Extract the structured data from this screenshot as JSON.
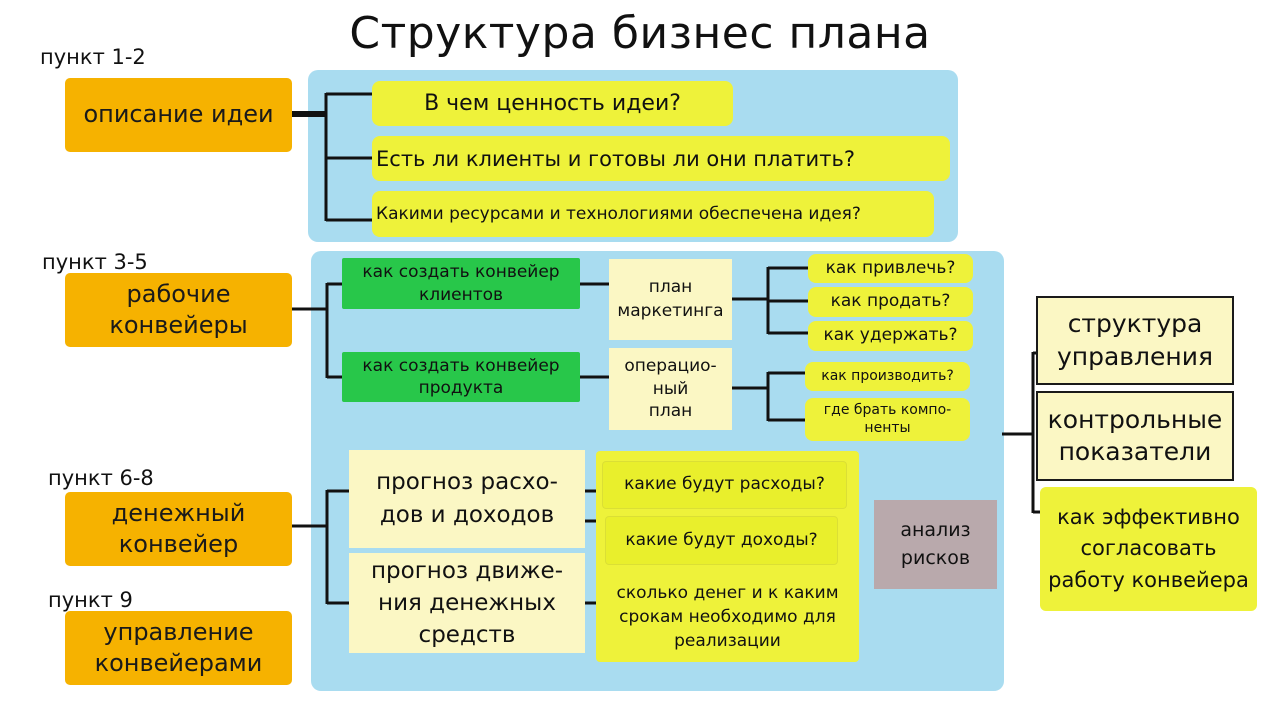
{
  "title": "Структура бизнес плана",
  "points": {
    "p12": "пункт 1-2",
    "p35": "пункт 3-5",
    "p68": "пункт 6-8",
    "p9": "пункт 9"
  },
  "categories": {
    "idea": "описание идеи",
    "work": "рабочие\nконвейеры",
    "money": "денежный\nконвейер",
    "manage": "управление\nконвейерами"
  },
  "idea_questions": [
    "В чем ценность идеи?",
    "Есть ли клиенты и готовы ли они платить?",
    "Какими ресурсами и технологиями обеспечена идея?"
  ],
  "conveyors": {
    "clients": "как создать конвейер\nклиентов",
    "product": "как создать конвейер\nпродукта"
  },
  "plans": {
    "marketing": "план\nмаркетинга",
    "operational": "операцио-\nный\nплан"
  },
  "marketing_questions": [
    "как привлечь?",
    "как продать?",
    "как удержать?"
  ],
  "operational_questions": [
    "как производить?",
    "где брать компо-\nненты"
  ],
  "forecasts": {
    "income": "прогноз расхо-\nдов и доходов",
    "cashflow": "прогноз движе-\nния денежных\nсредств"
  },
  "money_questions": {
    "expenses": "какие будут расходы?",
    "revenue": "какие будут доходы?",
    "funding": "сколько денег и к каким\nсрокам необходимо для\nреализации"
  },
  "risk": "анализ\nрисков",
  "management": {
    "structure": "структура\nуправления",
    "kpi": "контрольные\nпоказатели",
    "coordination": "как эффективно\nсогласовать\nработу конвейера"
  }
}
